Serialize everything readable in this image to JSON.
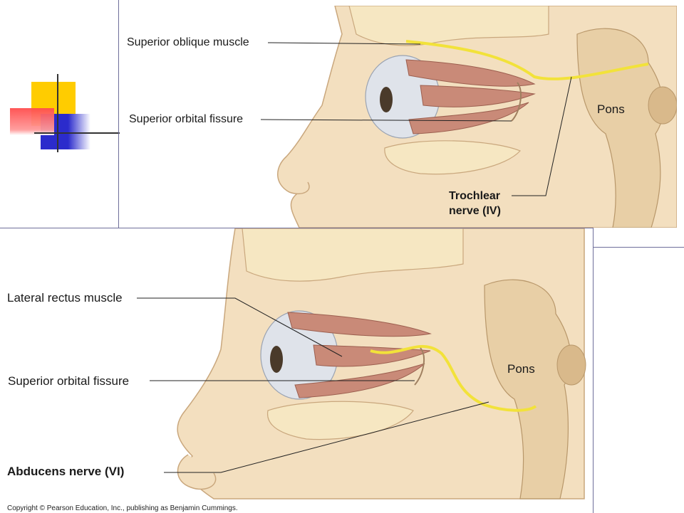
{
  "slide": {
    "accent_colors": {
      "yellow": "#ffcc00",
      "red": "#ff4d4d",
      "blue": "#2b2bcc",
      "rule": "#6e6e9a"
    }
  },
  "panel_top": {
    "labels": {
      "superior_oblique": "Superior oblique muscle",
      "superior_orbital_fissure": "Superior orbital fissure",
      "trochlear_line1": "Trochlear",
      "trochlear_line2": "nerve (IV)",
      "pons": "Pons"
    }
  },
  "panel_bottom": {
    "labels": {
      "lateral_rectus": "Lateral rectus muscle",
      "superior_orbital_fissure": "Superior orbital fissure",
      "abducens": "Abducens nerve (VI)",
      "pons": "Pons"
    },
    "copyright": "Copyright © Pearson Education, Inc., publishing as Benjamin Cummings."
  },
  "colors": {
    "skin": "#f3dfbf",
    "skin_edge": "#c9a77d",
    "bone": "#f6e7c2",
    "muscle": "#c98a78",
    "nerve": "#f2e23a",
    "brain": "#e8cfa6"
  }
}
